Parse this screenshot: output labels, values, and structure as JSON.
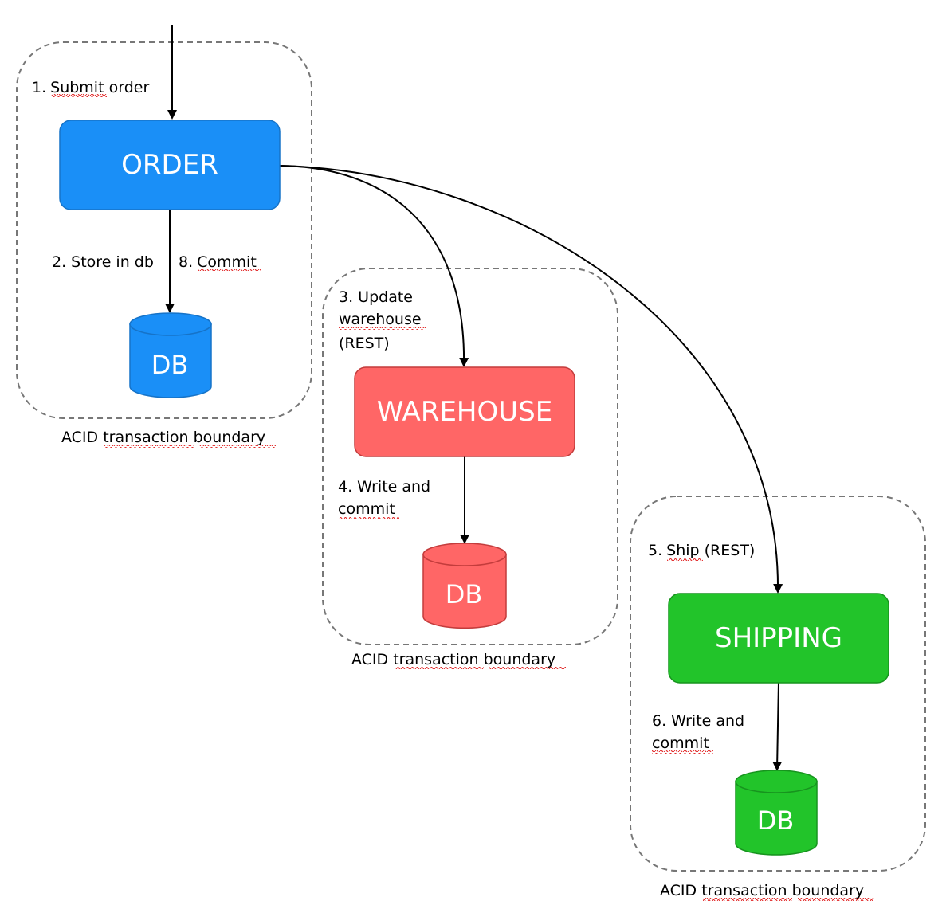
{
  "colors": {
    "order": "#1a8ff7",
    "order_stroke": "#1673c8",
    "warehouse": "#ff6666",
    "warehouse_stroke": "#c33c3c",
    "shipping": "#22c42a",
    "shipping_stroke": "#17941e",
    "boundary": "#777777",
    "spellcheck": "#e02020"
  },
  "services": {
    "order": {
      "label": "ORDER"
    },
    "warehouse": {
      "label": "WAREHOUSE"
    },
    "shipping": {
      "label": "SHIPPING"
    }
  },
  "databases": {
    "order_db": {
      "label": "DB"
    },
    "warehouse_db": {
      "label": "DB"
    },
    "shipping_db": {
      "label": "DB"
    }
  },
  "steps": {
    "submit_order": {
      "num": "1.",
      "word": "Submit",
      "rest": " order"
    },
    "store_in_db": {
      "text": "2. Store in db"
    },
    "commit": {
      "num": "8.",
      "word": "Commit"
    },
    "update_warehouse": {
      "line1": "3. Update",
      "line2": "warehouse",
      "line3": "(REST)"
    },
    "write_commit_warehouse": {
      "line1": "4. Write and",
      "line2": "commit"
    },
    "ship": {
      "num": "5.",
      "word": "Ship",
      "rest": " (REST)"
    },
    "write_commit_shipping": {
      "line1": "6. Write and",
      "line2": "commit"
    }
  },
  "boundaries": {
    "order": {
      "label_start": "ACID ",
      "label_mid": "transaction",
      "label_end": " boundary"
    },
    "warehouse": {
      "label_start": "ACID ",
      "label_mid": "transaction",
      "label_end": " boundary"
    },
    "shipping": {
      "label_start": "ACID ",
      "label_mid": "transaction",
      "label_end": " boundary"
    }
  }
}
